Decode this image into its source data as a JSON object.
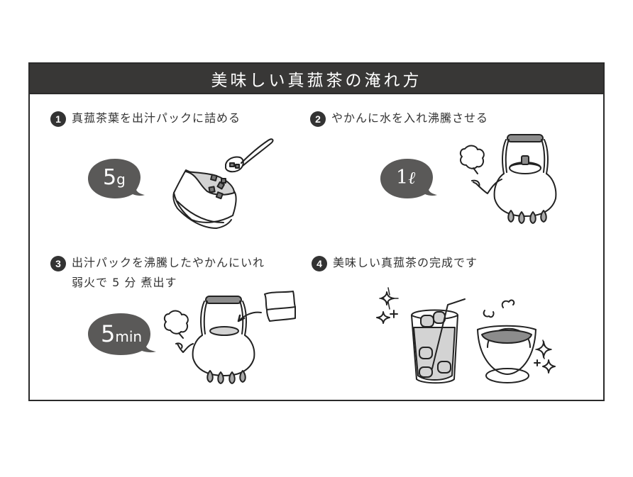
{
  "title": "美味しい真菰茶の淹れ方",
  "colors": {
    "title_bg": "#383736",
    "bubble": "#5a5958",
    "ink": "#333333",
    "fill_light": "#d3d3d3",
    "fill_mid": "#8c8c8c"
  },
  "steps": [
    {
      "number": "1",
      "text": "真菰茶葉を出汁パックに詰める",
      "bubble": {
        "value": "5",
        "unit": "g"
      },
      "illustration": "tea-leaves-spoon-pack-icon"
    },
    {
      "number": "2",
      "text": "やかんに水を入れ沸騰させる",
      "bubble": {
        "value": "1",
        "unit": "ℓ"
      },
      "illustration": "kettle-on-stove-icon"
    },
    {
      "number": "3",
      "text_line1": "出汁パックを沸騰したやかんにいれ",
      "text_line2": "弱火で 5 分 煮出す",
      "bubble": {
        "value": "5",
        "unit": "min"
      },
      "illustration": "kettle-with-pack-icon"
    },
    {
      "number": "4",
      "text": "美味しい真菰茶の完成です",
      "illustration": "iced-tea-and-hot-tea-icon"
    }
  ]
}
